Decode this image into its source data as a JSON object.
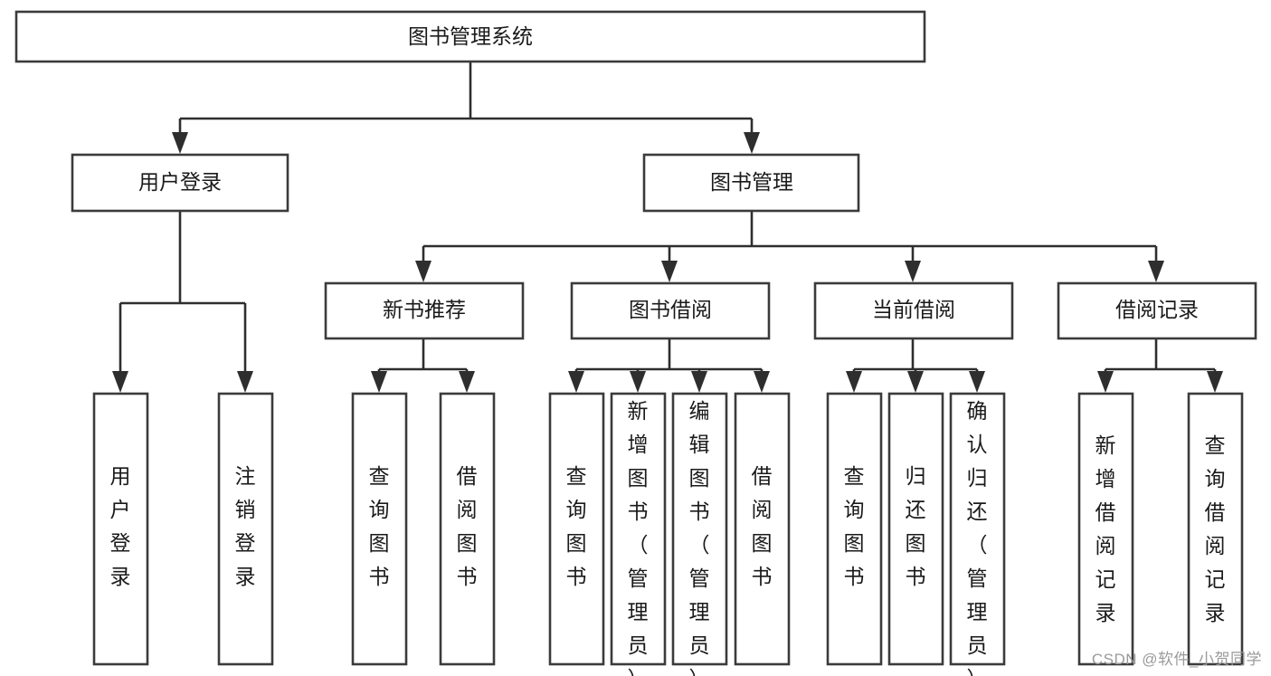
{
  "diagram": {
    "title": "图书管理系统",
    "type": "hierarchy-tree",
    "watermark": "CSDN @软件_小贺同学",
    "colors": {
      "box_stroke": "#3b3b3b",
      "box_fill": "#ffffff",
      "line": "#2e2e2e",
      "text": "#1a1a1a",
      "watermark": "#9a9a9a",
      "background": "#ffffff"
    },
    "root": {
      "label": "图书管理系统"
    },
    "level2": [
      {
        "label": "用户登录"
      },
      {
        "label": "图书管理"
      }
    ],
    "level3": [
      {
        "label": "新书推荐"
      },
      {
        "label": "图书借阅"
      },
      {
        "label": "当前借阅"
      },
      {
        "label": "借阅记录"
      }
    ],
    "leaves": {
      "user_login": [
        {
          "label": "用户登录"
        },
        {
          "label": "注销登录"
        }
      ],
      "new_book_recommend": [
        {
          "label": "查询图书"
        },
        {
          "label": "借阅图书"
        }
      ],
      "book_borrow": [
        {
          "label": "查询图书"
        },
        {
          "label": "新增图书（管理员）"
        },
        {
          "label": "编辑图书（管理员）"
        },
        {
          "label": "借阅图书"
        }
      ],
      "current_borrow": [
        {
          "label": "查询图书"
        },
        {
          "label": "归还图书"
        },
        {
          "label": "确认归还（管理员）"
        }
      ],
      "borrow_record": [
        {
          "label": "新增借阅记录"
        },
        {
          "label": "查询借阅记录"
        }
      ]
    }
  }
}
